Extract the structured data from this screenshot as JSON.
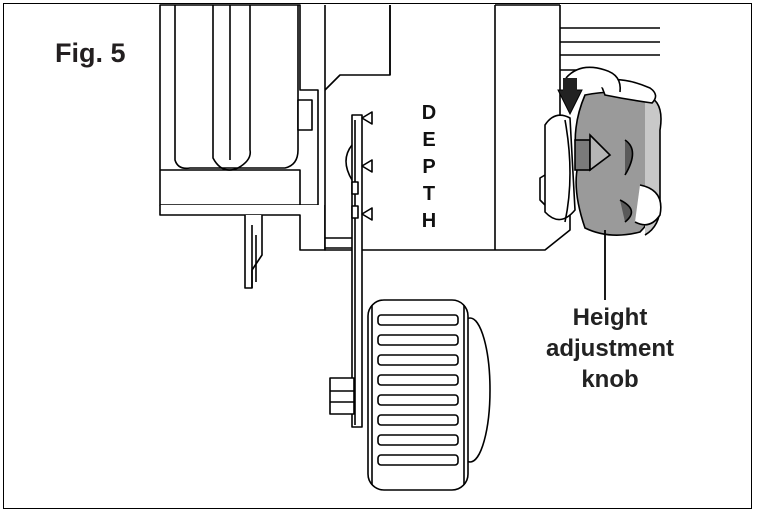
{
  "figure": {
    "label": "Fig. 5",
    "depth_letters": [
      "D",
      "E",
      "P",
      "T",
      "H"
    ],
    "callout_lines": [
      "Height",
      "adjustment",
      "knob"
    ]
  },
  "icons": [
    "curved-arrow-icon"
  ]
}
